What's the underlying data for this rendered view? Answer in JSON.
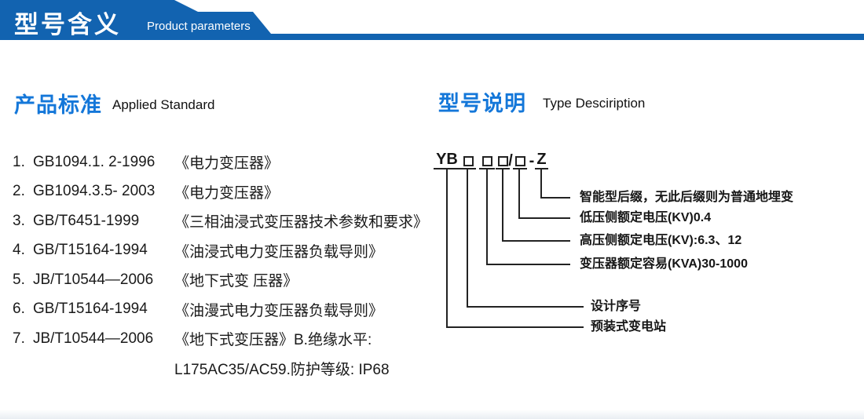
{
  "colors": {
    "banner_blue": "#1263b0",
    "heading_blue": "#1477d9",
    "text_dark": "#1a1a1a",
    "line_color": "#222222"
  },
  "banner": {
    "title_zh": "型号含义",
    "subtitle_en": "Product parameters"
  },
  "left_section": {
    "title_zh": "产品标准",
    "title_en": "Applied Standard",
    "standards": [
      {
        "num": "1.",
        "code": "GB1094.1. 2-1996",
        "title": "《电力变压器》"
      },
      {
        "num": "2.",
        "code": "GB1094.3.5- 2003",
        "title": "《电力变压器》"
      },
      {
        "num": "3.",
        "code": "GB/T6451-1999",
        "title": "《三相油浸式变压器技术参数和要求》"
      },
      {
        "num": "4.",
        "code": "GB/T15164-1994",
        "title": "《油浸式电力变压器负载导则》"
      },
      {
        "num": "5.",
        "code": "JB/T10544—2006",
        "title": "《地下式变 压器》"
      },
      {
        "num": "6.",
        "code": "GB/T15164-1994",
        "title": "《油漫式电力变压器负载导则》"
      },
      {
        "num": "7.",
        "code": "JB/T10544—2006",
        "title": "《地下式变压器》B.绝缘水平:",
        "title2": "L175AC35/AC59.防护等级: IP68"
      }
    ]
  },
  "right_section": {
    "title_zh": "型号说明",
    "title_en": "Type Desciription",
    "model_code": {
      "prefix": "YB",
      "slash": "/",
      "dash": "-",
      "suffix": "Z"
    },
    "labels": [
      "智能型后缀，无此后缀则为普通地埋变",
      "低压侧额定电压(KV)0.4",
      "高压侧额定电压(KV):6.3、12",
      "变压器额定容易(KVA)30-1000",
      "设计序号",
      "预装式变电站"
    ]
  }
}
